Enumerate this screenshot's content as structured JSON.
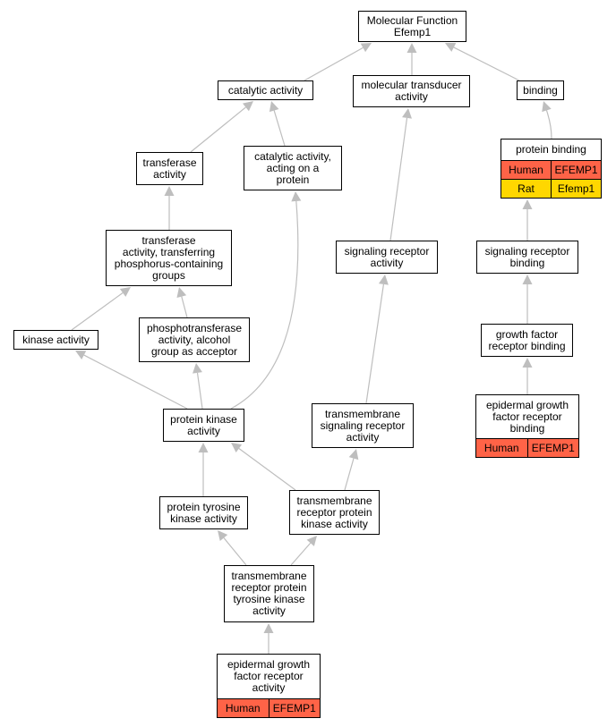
{
  "colors": {
    "human": "#ff6347",
    "rat": "#ffd700",
    "edge": "#bebebe"
  },
  "nodes": {
    "root": {
      "label": "Molecular Function\nEfemp1"
    },
    "catalytic": {
      "label": "catalytic activity"
    },
    "transducer": {
      "label": "molecular transducer\nactivity"
    },
    "binding": {
      "label": "binding"
    },
    "transferase": {
      "label": "transferase\nactivity"
    },
    "cat_protein": {
      "label": "catalytic activity,\nacting on a\nprotein"
    },
    "protein_binding": {
      "label": "protein binding",
      "rows": [
        {
          "species": "Human",
          "gene": "EFEMP1",
          "color": "#ff6347"
        },
        {
          "species": "Rat",
          "gene": "Efemp1",
          "color": "#ffd700"
        }
      ]
    },
    "transf_phos": {
      "label": "transferase\nactivity, transferring\nphosphorus-containing\ngroups"
    },
    "signaling_receptor": {
      "label": "signaling receptor\nactivity"
    },
    "sig_rec_binding": {
      "label": "signaling receptor\nbinding"
    },
    "kinase": {
      "label": "kinase activity"
    },
    "phosphotransferase": {
      "label": "phosphotransferase\nactivity, alcohol\ngroup as acceptor"
    },
    "gf_rec_binding": {
      "label": "growth factor\nreceptor binding"
    },
    "egf_rec_binding": {
      "label": "epidermal growth\nfactor receptor\nbinding",
      "rows": [
        {
          "species": "Human",
          "gene": "EFEMP1",
          "color": "#ff6347"
        }
      ]
    },
    "protein_kinase": {
      "label": "protein kinase\nactivity"
    },
    "tm_sig_rec": {
      "label": "transmembrane\nsignaling receptor\nactivity"
    },
    "ptk": {
      "label": "protein tyrosine\nkinase activity"
    },
    "tm_rec_pk": {
      "label": "transmembrane\nreceptor protein\nkinase activity"
    },
    "tm_rec_ptk": {
      "label": "transmembrane\nreceptor protein\ntyrosine kinase\nactivity"
    },
    "egf_rec_act": {
      "label": "epidermal growth\nfactor receptor\nactivity",
      "rows": [
        {
          "species": "Human",
          "gene": "EFEMP1",
          "color": "#ff6347"
        }
      ]
    }
  },
  "edges": [
    [
      "catalytic",
      "root"
    ],
    [
      "transducer",
      "root"
    ],
    [
      "binding",
      "root"
    ],
    [
      "transferase",
      "catalytic"
    ],
    [
      "cat_protein",
      "catalytic"
    ],
    [
      "protein_binding",
      "binding"
    ],
    [
      "transf_phos",
      "transferase"
    ],
    [
      "signaling_receptor",
      "transducer"
    ],
    [
      "sig_rec_binding",
      "protein_binding"
    ],
    [
      "kinase",
      "transf_phos"
    ],
    [
      "phosphotransferase",
      "transf_phos"
    ],
    [
      "gf_rec_binding",
      "sig_rec_binding"
    ],
    [
      "egf_rec_binding",
      "gf_rec_binding"
    ],
    [
      "protein_kinase",
      "kinase"
    ],
    [
      "protein_kinase",
      "phosphotransferase"
    ],
    [
      "protein_kinase",
      "cat_protein"
    ],
    [
      "tm_sig_rec",
      "signaling_receptor"
    ],
    [
      "ptk",
      "protein_kinase"
    ],
    [
      "tm_rec_pk",
      "protein_kinase"
    ],
    [
      "tm_rec_pk",
      "tm_sig_rec"
    ],
    [
      "tm_rec_ptk",
      "ptk"
    ],
    [
      "tm_rec_ptk",
      "tm_rec_pk"
    ],
    [
      "egf_rec_act",
      "tm_rec_ptk"
    ]
  ]
}
